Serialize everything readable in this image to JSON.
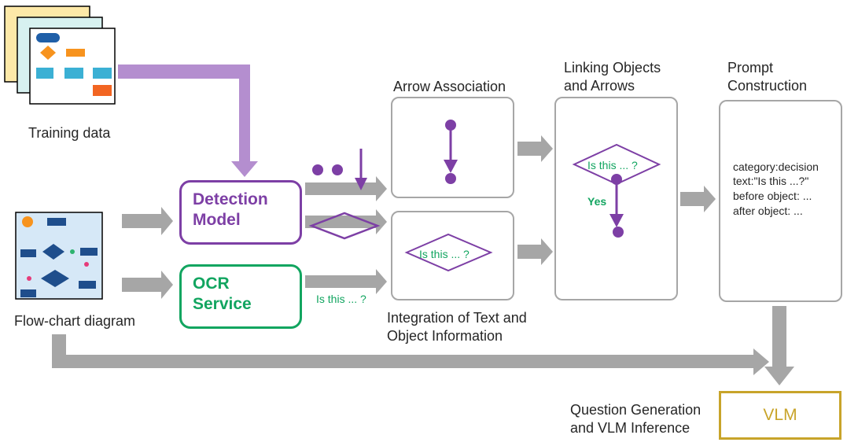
{
  "labels": {
    "training_data": "Training data",
    "flowchart_diagram": "Flow-chart diagram",
    "arrow_association": "Arrow Association",
    "linking": "Linking Objects\nand Arrows",
    "prompt_construction": "Prompt\nConstruction",
    "integration": "Integration of Text and\nObject Information",
    "question_generation": "Question Generation\nand VLM Inference"
  },
  "modules": {
    "detection": "Detection\nModel",
    "ocr": "OCR\nService",
    "vlm": "VLM"
  },
  "texts": {
    "ocr_output": "Is this ... ?",
    "integration_diamond": "Is this ... ?",
    "linking_diamond": "Is this ... ?",
    "linking_yes": "Yes"
  },
  "prompt_lines": [
    "category:decision",
    "text:\"Is this ...?\"",
    "before object: ...",
    "after object: ..."
  ],
  "colors": {
    "purple": "#7d3fa5",
    "green": "#12a560",
    "gold": "#c8a42a",
    "gray_arrow": "#a6a6a6",
    "light_purple": "#b48ecf"
  }
}
